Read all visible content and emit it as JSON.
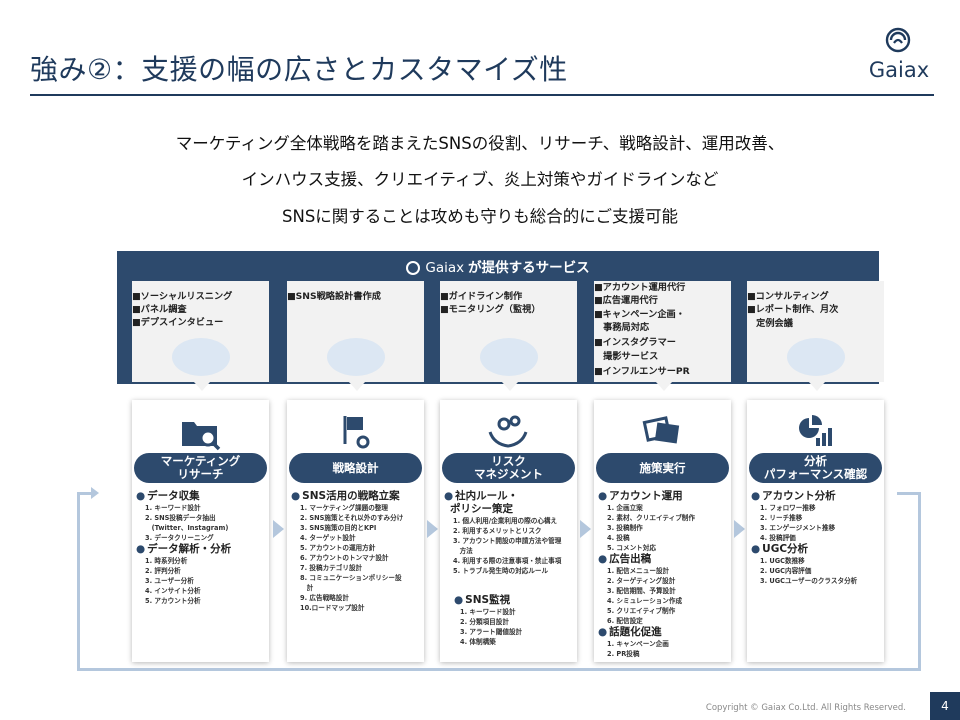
{
  "header": {
    "title": "強み②：支援の幅の広さとカスタマイズ性",
    "logo_text": "Gaiax"
  },
  "intro": {
    "lines": [
      "マーケティング全体戦略を踏まえたSNSの役割、リサーチ、戦略設計、運用改善、",
      "インハウス支援、クリエイティブ、炎上対策やガイドラインなど",
      "SNSに関することは攻めも守りも総合的にご支援可能"
    ]
  },
  "banner": {
    "brand": "Gaiax",
    "title_suffix": "が提供するサービス"
  },
  "services": [
    {
      "items": [
        "■ソーシャルリスニング",
        "■パネル調査",
        "■デプスインタビュー"
      ]
    },
    {
      "items": [
        "■SNS戦略設計書作成"
      ]
    },
    {
      "items": [
        "■ガイドライン制作",
        "■モニタリング（監視）"
      ]
    },
    {
      "items": [
        "■アカウント運用代行",
        "■広告運用代行",
        "■キャンペーン企画・",
        "　事務局対応",
        "■インスタグラマー",
        "　撮影サービス",
        "■インフルエンサーPR"
      ]
    },
    {
      "items": [
        "■コンサルティング",
        "■レポート制作、月次",
        "　定例会議"
      ]
    }
  ],
  "columns": [
    {
      "title_lines": [
        "マーケティング",
        "リサーチ"
      ],
      "icon": "folder-search-icon",
      "blocks": [
        {
          "head": "データ収集",
          "items": [
            "1. キーワード設計",
            "2. SNS投稿データ抽出",
            "　(Twitter、Instagram)",
            "3. データクリーニング"
          ]
        },
        {
          "head": "データ解析・分析",
          "items": [
            "1. 時系列分析",
            "2. 評判分析",
            "3. ユーザー分析",
            "4. インサイト分析",
            "5. アカウント分析"
          ]
        }
      ]
    },
    {
      "title_lines": [
        "戦略設計"
      ],
      "icon": "flag-gear-icon",
      "blocks": [
        {
          "head": "SNS活用の戦略立案",
          "items": [
            "1. マーケティング課題の整理",
            "2. SNS施策とそれ以外のすみ分け",
            "3. SNS施策の目的とKPI",
            "4. ターゲット設計",
            "5. アカウントの運用方針",
            "6. アカウントのトンマナ設計",
            "7. 投稿カテゴリ設計",
            "8. コミュニケーションポリシー設",
            "　計",
            "9. 広告戦略設計",
            "10.ロードマップ設計"
          ]
        }
      ]
    },
    {
      "title_lines": [
        "リスク",
        "マネジメント"
      ],
      "icon": "hands-gears-icon",
      "blocks": [
        {
          "head": "社内ルール・",
          "items": []
        },
        {
          "head": "ポリシー策定",
          "items": [
            "1. 個人利用/企業利用の際の心構え",
            "2. 利用するメリットとリスク",
            "3. アカウント開設の申請方法や管理",
            "　方法",
            "4. 利用する際の注意事項・禁止事項",
            "5. トラブル発生時の対応ルール"
          ]
        },
        {
          "head": "SNS監視",
          "items": [
            "1. キーワード設計",
            "2. 分類項目設計",
            "3. アラート閾値設計",
            "4. 体制構築"
          ]
        }
      ]
    },
    {
      "title_lines": [
        "施策実行"
      ],
      "icon": "photos-icon",
      "blocks": [
        {
          "head": "アカウント運用",
          "items": [
            "1. 企画立案",
            "2. 素材、クリエイティブ制作",
            "3. 投稿制作",
            "4. 投稿",
            "5. コメント対応"
          ]
        },
        {
          "head": "広告出稿",
          "items": [
            "1. 配信メニュー設計",
            "2. ターゲティング設計",
            "3. 配信期間、予算設計",
            "4. シミュレーション作成",
            "5. クリエイティブ制作",
            "6. 配信設定"
          ]
        },
        {
          "head": "話題化促進",
          "items": [
            "1. キャンペーン企画",
            "2. PR投稿"
          ]
        }
      ]
    },
    {
      "title_lines": [
        "分析",
        "パフォーマンス確認"
      ],
      "icon": "pie-bar-chart-icon",
      "blocks": [
        {
          "head": "アカウント分析",
          "items": [
            "1. フォロワー推移",
            "2. リーチ推移",
            "3. エンゲージメント推移",
            "4. 投稿評価"
          ]
        },
        {
          "head": "UGC分析",
          "items": [
            "1. UGC数推移",
            "2. UGC内容評価",
            "3. UGCユーザーのクラスタ分析"
          ]
        }
      ]
    }
  ],
  "footer": {
    "copyright": "Copyright © Gaiax Co.Ltd. All Rights Reserved.",
    "page_number": "4"
  }
}
